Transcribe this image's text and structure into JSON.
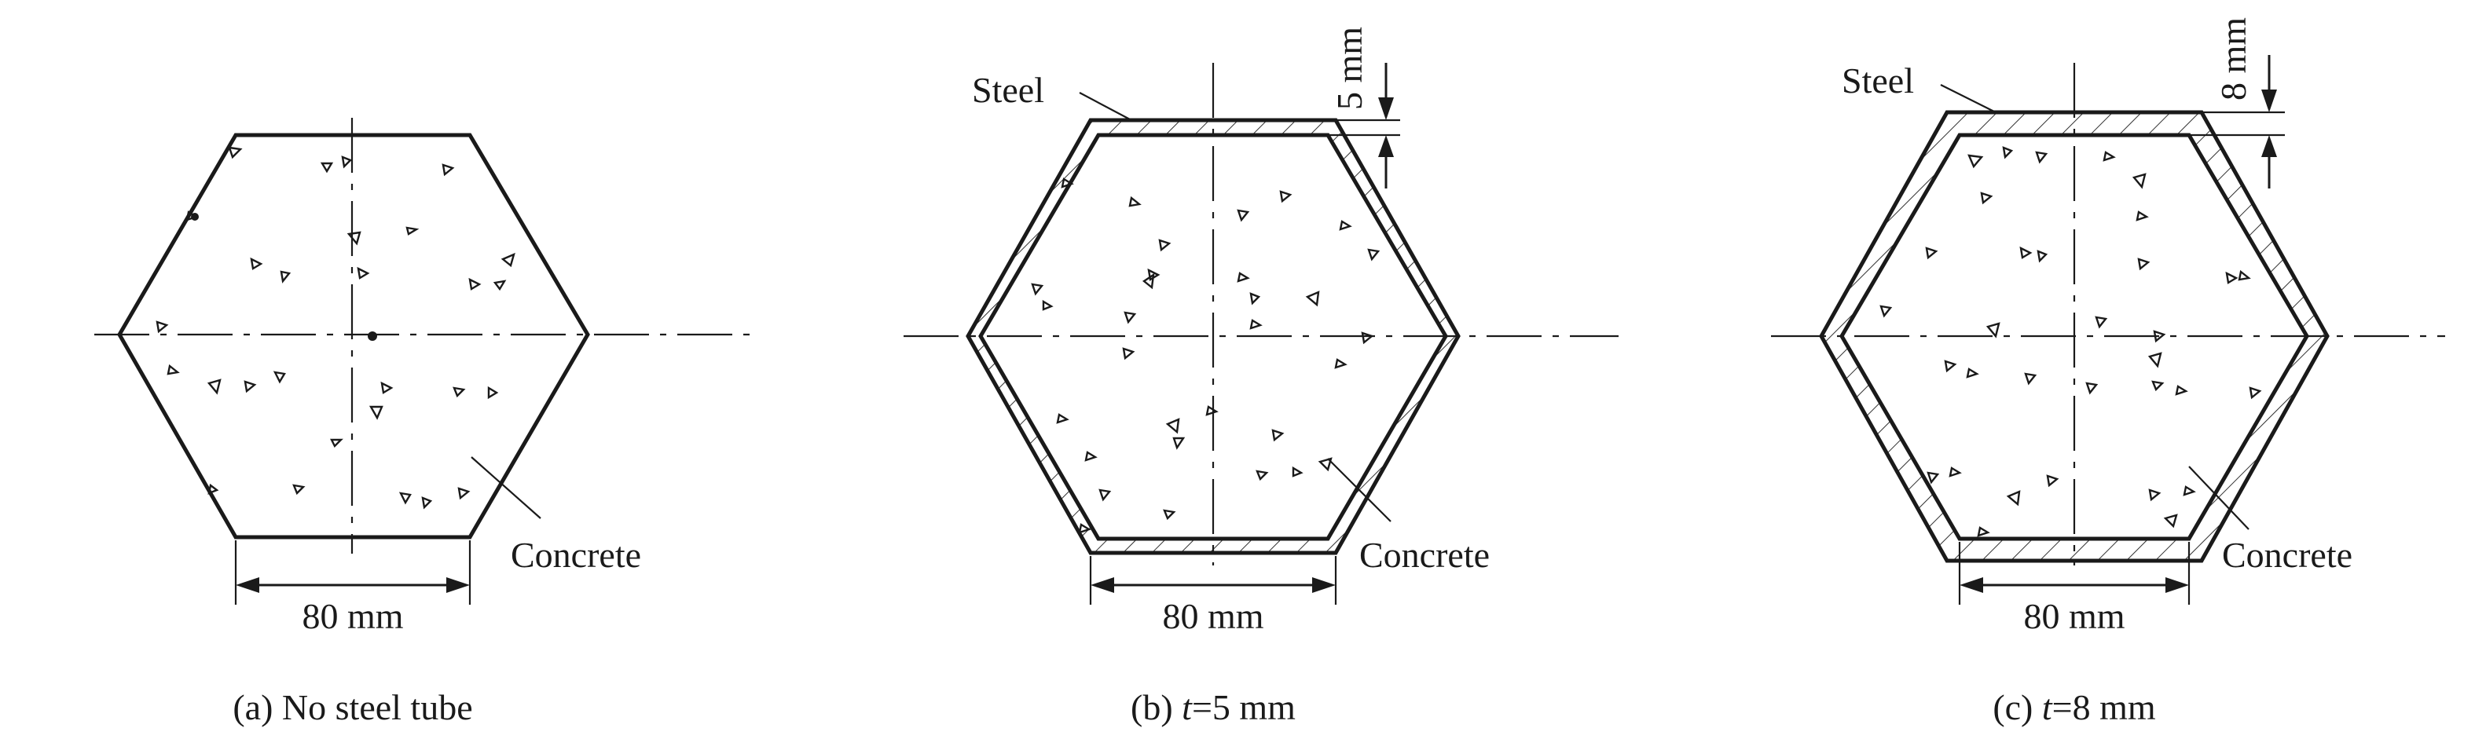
{
  "panels": [
    {
      "id": "a",
      "caption_label": "(a) No steel tube",
      "caption_italic": "",
      "caption_rest": "",
      "steel_label": "",
      "concrete_label": "Concrete",
      "width_label": "80 mm",
      "thickness_label": ""
    },
    {
      "id": "b",
      "caption_label": "(b) ",
      "caption_italic": "t",
      "caption_rest": "=5 mm",
      "steel_label": "Steel",
      "concrete_label": "Concrete",
      "width_label": "80 mm",
      "thickness_label": "5 mm"
    },
    {
      "id": "c",
      "caption_label": "(c) ",
      "caption_italic": "t",
      "caption_rest": "=8 mm",
      "steel_label": "Steel",
      "concrete_label": "Concrete",
      "width_label": "80 mm",
      "thickness_label": "8 mm"
    }
  ]
}
